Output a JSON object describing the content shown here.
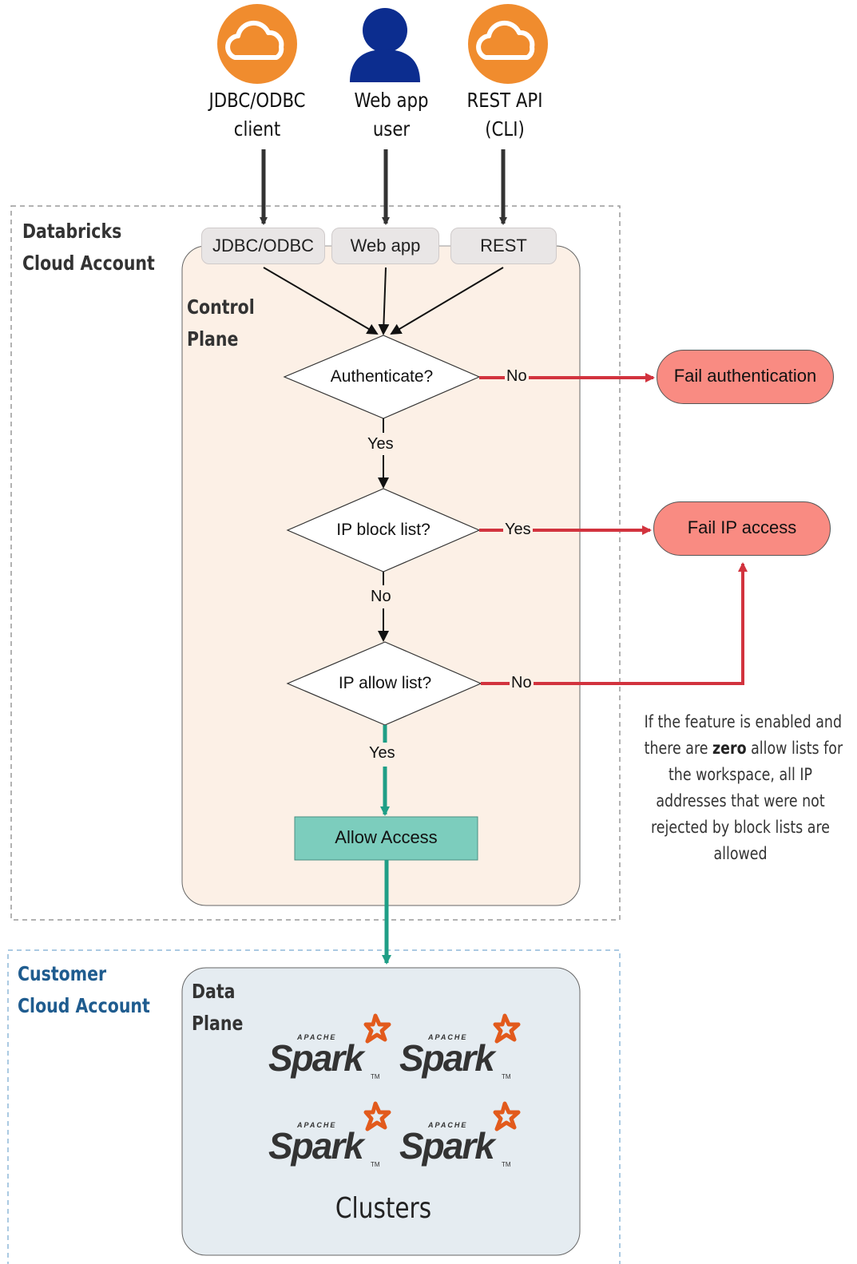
{
  "endpoints": [
    {
      "icon": "cloud-icon",
      "line1": "JDBC/ODBC",
      "line2": "client"
    },
    {
      "icon": "user-icon",
      "line1": "Web app",
      "line2": "user"
    },
    {
      "icon": "cloud-icon",
      "line1": "REST API",
      "line2": "(CLI)"
    }
  ],
  "databricks_account": {
    "line1": "Databricks",
    "line2": "Cloud Account"
  },
  "control_plane": {
    "line1": "Control",
    "line2": "Plane"
  },
  "tabs": [
    "JDBC/ODBC",
    "Web app",
    "REST"
  ],
  "decisions": {
    "authenticate": "Authenticate?",
    "ip_block": "IP block list?",
    "ip_allow": "IP allow list?"
  },
  "edge_labels": {
    "auth_no": "No",
    "auth_yes": "Yes",
    "block_yes": "Yes",
    "block_no": "No",
    "allow_no": "No",
    "allow_yes": "Yes"
  },
  "outcomes": {
    "fail_auth": "Fail authentication",
    "fail_ip": "Fail IP access",
    "allow": "Allow Access"
  },
  "note": {
    "line1": "If the feature is enabled and",
    "line2_pre": "there are ",
    "line2_bold": "zero",
    "line2_post": " allow lists for",
    "line3": "the workspace, all IP",
    "line4": "addresses that were not",
    "line5": "rejected by block lists are",
    "line6": "allowed"
  },
  "customer_account": {
    "line1": "Customer",
    "line2": "Cloud Account"
  },
  "data_plane": {
    "line1": "Data",
    "line2": "Plane"
  },
  "spark": {
    "apache": "APACHE",
    "word": "Spark",
    "tm": "TM"
  },
  "clusters_label": "Clusters",
  "colors": {
    "orange": "#f08c2e",
    "user_blue": "#0c2d8f",
    "control_fill": "#fcf0e6",
    "data_fill": "#e5ecf1",
    "red": "#d2333e",
    "teal": "#1f9e86",
    "allow_fill": "#7ccdbd",
    "fail_fill": "#f98b82",
    "customer_blue": "#1f5c8f",
    "spark_orange": "#e25a1c"
  }
}
